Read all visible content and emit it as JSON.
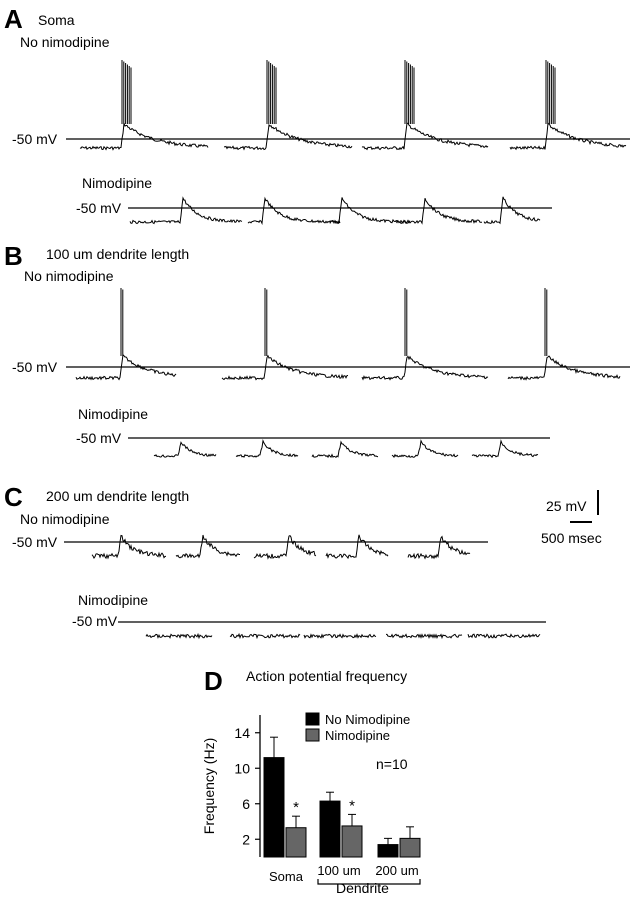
{
  "panels": {
    "A": {
      "letter": "A",
      "title": "Soma",
      "ctrl_label": "No nimodipine",
      "ctrl_mv": "-50 mV",
      "drug_label": "Nimodipine",
      "drug_mv": "-50 mV"
    },
    "B": {
      "letter": "B",
      "title": "100 um dendrite length",
      "ctrl_label": "No nimodipine",
      "ctrl_mv": "-50 mV",
      "drug_label": "Nimodipine",
      "drug_mv": "-50 mV"
    },
    "C": {
      "letter": "C",
      "title": "200 um dendrite length",
      "ctrl_label": "No nimodipine",
      "ctrl_mv": "-50 mV",
      "drug_label": "Nimodipine",
      "drug_mv": "-50 mV"
    }
  },
  "scale_bar": {
    "voltage": "25 mV",
    "time": "500 msec"
  },
  "panel_D": {
    "letter": "D",
    "title": "Action potential frequency",
    "n_label": "n=10",
    "group_label": "Dendrite"
  },
  "chart_data": {
    "type": "bar",
    "title": "Action potential frequency",
    "ylabel": "Frequency (Hz)",
    "xlabel": "",
    "ylim": [
      0,
      16
    ],
    "yticks": [
      2,
      6,
      10,
      14
    ],
    "categories": [
      "Soma",
      "100 um",
      "200 um"
    ],
    "series": [
      {
        "name": "No Nimodipine",
        "color": "#000000",
        "values": [
          11.2,
          6.3,
          1.4
        ],
        "errors": [
          2.3,
          1.0,
          0.7
        ]
      },
      {
        "name": "Nimodipine",
        "color": "#666666",
        "values": [
          3.3,
          3.5,
          2.1
        ],
        "errors": [
          1.3,
          1.3,
          1.3
        ]
      }
    ],
    "significance": [
      "*",
      "*",
      ""
    ],
    "legend": "top-right"
  }
}
